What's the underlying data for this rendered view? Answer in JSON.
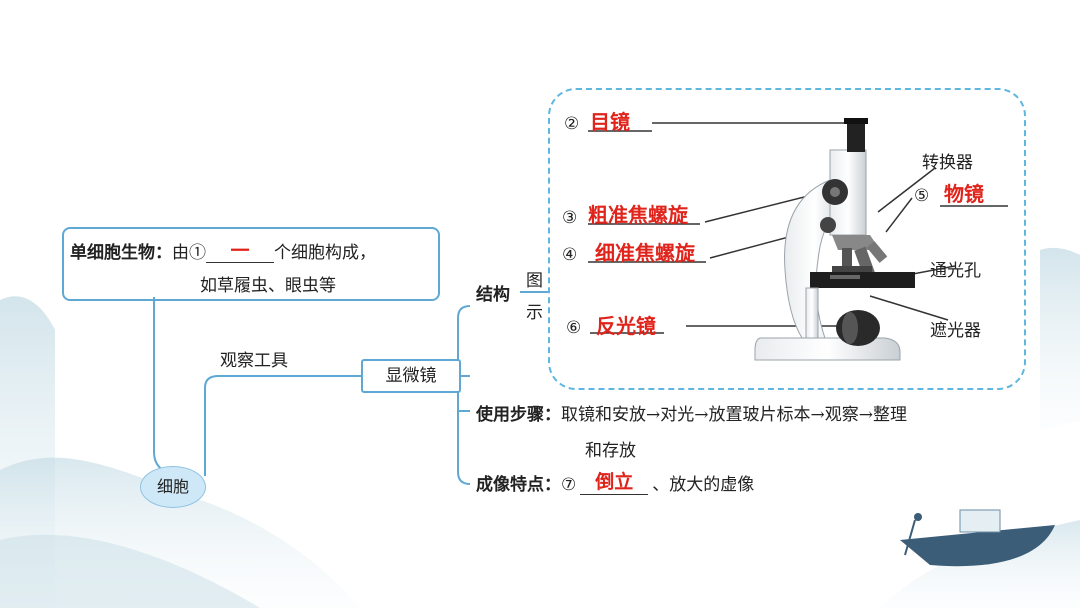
{
  "colors": {
    "accent_blue": "#5fa8d3",
    "answer_red": "#e0241b",
    "line": "#333333"
  },
  "single_cell": {
    "label": "单细胞生物：",
    "prefix": "由①",
    "answer": "一",
    "suffix": "个细胞构成，",
    "line2": "如草履虫、眼虫等"
  },
  "observe_tool": "观察工具",
  "microscope": "显微镜",
  "cell": "细胞",
  "structure": {
    "label": "结构",
    "diagram_label_1": "图",
    "diagram_label_2": "示",
    "parts": {
      "n2": "②",
      "a2": "目镜",
      "n3": "③",
      "a3": "粗准焦螺旋",
      "n4": "④",
      "a4": "细准焦螺旋",
      "n5": "⑤",
      "a5": "物镜",
      "n6": "⑥",
      "a6": "反光镜",
      "converter": "转换器",
      "aperture": "通光孔",
      "diaphragm": "遮光器"
    }
  },
  "steps": {
    "label": "使用步骤：",
    "line1": "取镜和安放→对光→放置玻片标本→观察→整理",
    "line2": "和存放"
  },
  "imaging": {
    "label": "成像特点：",
    "num": "⑦",
    "answer": "倒立",
    "suffix": "、放大的虚像"
  }
}
